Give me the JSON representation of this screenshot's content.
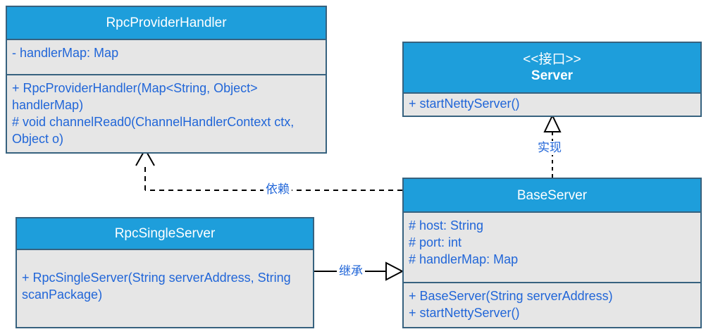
{
  "diagram": {
    "type": "uml-class-diagram",
    "colors": {
      "header_fill": "#1e9edb",
      "header_text": "#ffffff",
      "compartment_fill": "#e6e6e6",
      "member_text": "#2166d8",
      "border": "#37627f",
      "canvas": "#ffffff"
    }
  },
  "classes": {
    "rpc_provider_handler": {
      "name": "RpcProviderHandler",
      "stereotype": "",
      "attributes": [
        "- handlerMap: Map"
      ],
      "methods": [
        "+ RpcProviderHandler(Map<String, Object> handlerMap)",
        "# void channelRead0(ChannelHandlerContext ctx, Object o)"
      ]
    },
    "server": {
      "name": "Server",
      "stereotype": "<<接口>>",
      "attributes": [],
      "methods": [
        "+ startNettyServer()"
      ]
    },
    "base_server": {
      "name": "BaseServer",
      "stereotype": "",
      "attributes": [
        "# host: String",
        "# port: int",
        "# handlerMap: Map"
      ],
      "methods": [
        "+ BaseServer(String serverAddress)",
        "+ startNettyServer()"
      ]
    },
    "rpc_single_server": {
      "name": "RpcSingleServer",
      "stereotype": "",
      "attributes": [],
      "methods": [
        "+ RpcSingleServer(String serverAddress, String scanPackage)"
      ]
    }
  },
  "relations": {
    "realization": {
      "label": "实现",
      "from": "BaseServer",
      "to": "Server",
      "style": "dashed",
      "arrow": "hollow-triangle"
    },
    "dependency": {
      "label": "依赖",
      "from": "BaseServer",
      "to": "RpcProviderHandler",
      "style": "dashed",
      "arrow": "open-arrow"
    },
    "generalization": {
      "label": "继承",
      "from": "RpcSingleServer",
      "to": "BaseServer",
      "style": "solid",
      "arrow": "hollow-triangle"
    }
  }
}
